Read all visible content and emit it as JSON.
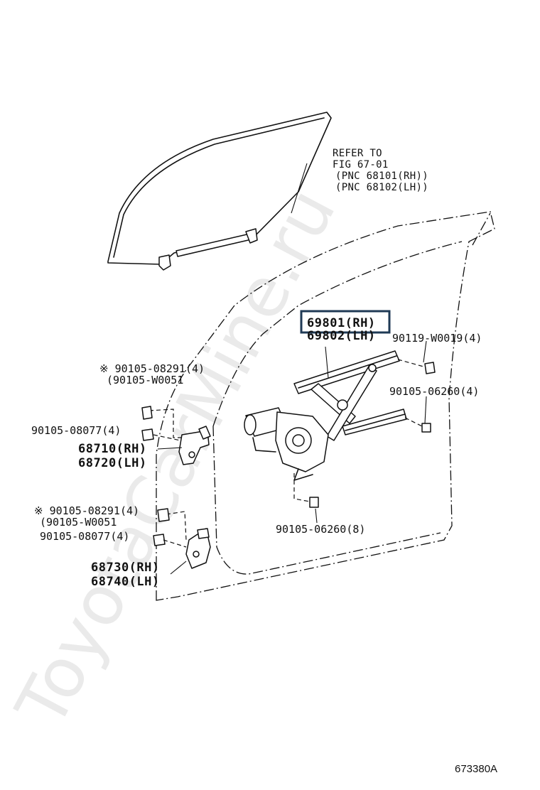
{
  "watermark": "ToyotaCarMine.ru",
  "figure_id": "673380A",
  "refer": {
    "line1": "REFER TO",
    "line2": "FIG 67-01",
    "line3": "(PNC 68101(RH))",
    "line4": "(PNC 68102(LH))"
  },
  "parts": {
    "regulator_rh": "69801(RH)",
    "regulator_lh": "69802(LH)",
    "bolt_90119": "90119-W0019(4)",
    "bolt_06260_4": "90105-06260(4)",
    "bolt_06260_8": "90105-06260(8)",
    "upper_08291": "※ 90105-08291(4)",
    "upper_w0051": "(90105-W0051",
    "upper_08077": "90105-08077(4)",
    "upper_hinge_rh": "68710(RH)",
    "upper_hinge_lh": "68720(LH)",
    "lower_08291": "※ 90105-08291(4)",
    "lower_w0051": "(90105-W0051",
    "lower_08077": "90105-08077(4)",
    "lower_hinge_rh": "68730(RH)",
    "lower_hinge_lh": "68740(LH)"
  },
  "highlight_color": "#1f3a55"
}
